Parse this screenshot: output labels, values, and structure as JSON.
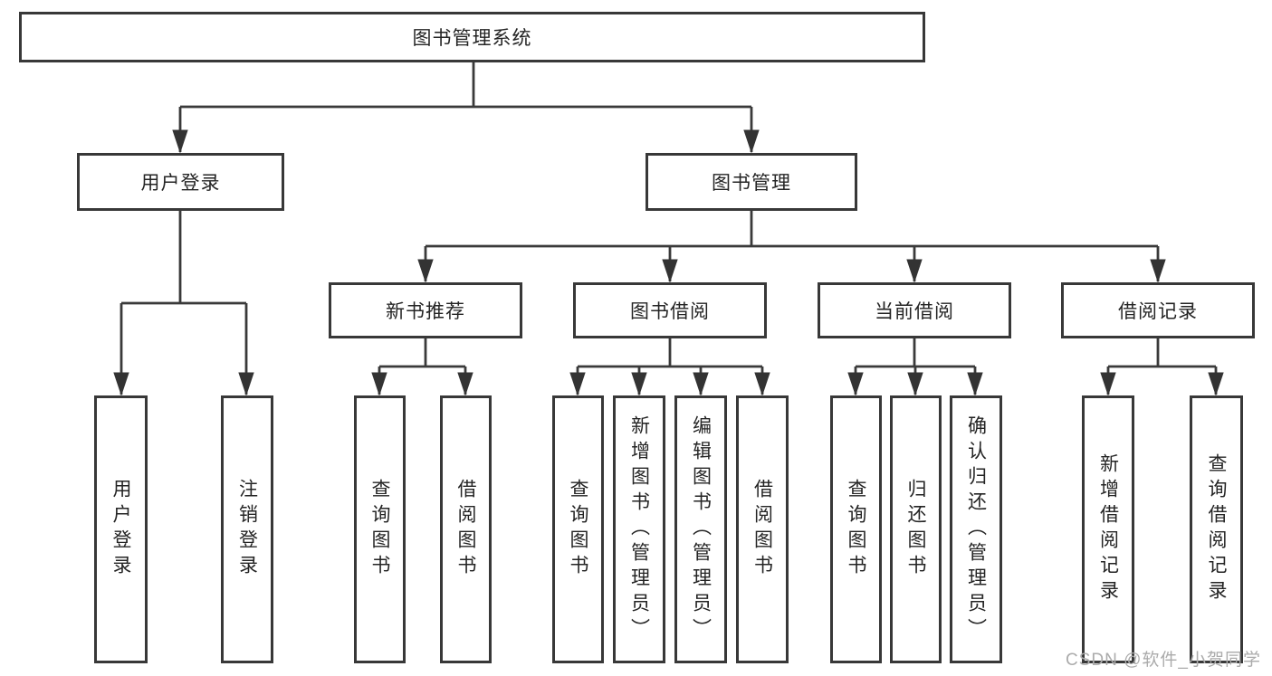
{
  "nodes": {
    "root": {
      "label": "图书管理系统"
    },
    "user_login": {
      "label": "用户登录"
    },
    "book_mgmt": {
      "label": "图书管理"
    },
    "new_book_rec": {
      "label": "新书推荐"
    },
    "book_borrow": {
      "label": "图书借阅"
    },
    "current_borrow": {
      "label": "当前借阅"
    },
    "borrow_records": {
      "label": "借阅记录"
    },
    "leaf_user_login": {
      "label": "用户登录"
    },
    "leaf_logout": {
      "label": "注销登录"
    },
    "leaf_query_book_1": {
      "label": "查询图书"
    },
    "leaf_borrow_book_1": {
      "label": "借阅图书"
    },
    "leaf_query_book_2": {
      "label": "查询图书"
    },
    "leaf_add_book": {
      "label": "新增图书（管理员）"
    },
    "leaf_edit_book": {
      "label": "编辑图书（管理员）"
    },
    "leaf_borrow_book_2": {
      "label": "借阅图书"
    },
    "leaf_query_book_3": {
      "label": "查询图书"
    },
    "leaf_return_book": {
      "label": "归还图书"
    },
    "leaf_confirm_return": {
      "label": "确认归还（管理员）"
    },
    "leaf_add_record": {
      "label": "新增借阅记录"
    },
    "leaf_query_record": {
      "label": "查询借阅记录"
    }
  },
  "structure": {
    "图书管理系统": [
      "用户登录",
      "图书管理"
    ],
    "用户登录": [
      "用户登录",
      "注销登录"
    ],
    "图书管理": [
      "新书推荐",
      "图书借阅",
      "当前借阅",
      "借阅记录"
    ],
    "新书推荐": [
      "查询图书",
      "借阅图书"
    ],
    "图书借阅": [
      "查询图书",
      "新增图书（管理员）",
      "编辑图书（管理员）",
      "借阅图书"
    ],
    "当前借阅": [
      "查询图书",
      "归还图书",
      "确认归还（管理员）"
    ],
    "借阅记录": [
      "新增借阅记录",
      "查询借阅记录"
    ]
  },
  "colors": {
    "line": "#3a3a3a",
    "arrow": "#333333",
    "border": "#383838",
    "text": "#242424",
    "watermark": "#ababab",
    "background": "#ffffff"
  },
  "watermark": "CSDN @软件_小贺同学"
}
